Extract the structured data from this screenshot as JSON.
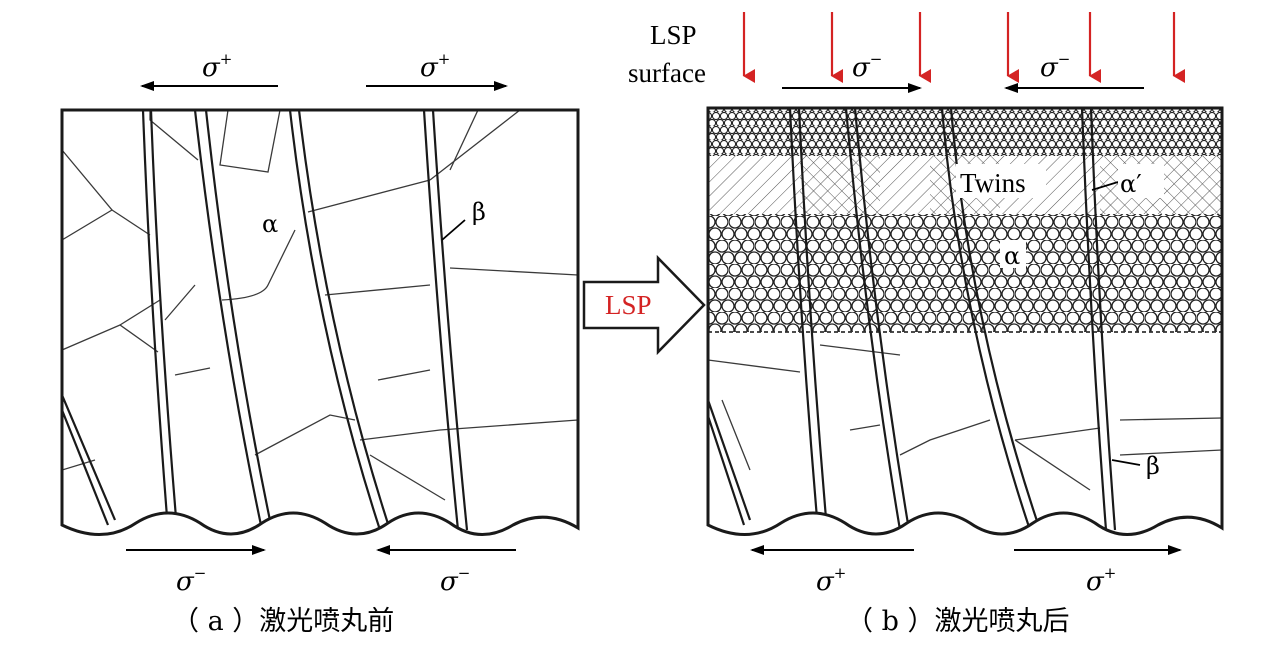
{
  "left_panel": {
    "top_stress_left": {
      "symbol": "σ",
      "sign": "+"
    },
    "top_stress_right": {
      "symbol": "σ",
      "sign": "+"
    },
    "bottom_stress_left": {
      "symbol": "σ",
      "sign": "−"
    },
    "bottom_stress_right": {
      "symbol": "σ",
      "sign": "−"
    },
    "alpha_label": "α",
    "beta_label": "β",
    "caption": "（ a ）激光喷丸前"
  },
  "transition_arrow": {
    "label": "LSP"
  },
  "right_panel": {
    "lsp_label": "LSP",
    "surface_label": "surface",
    "top_stress_left": {
      "symbol": "σ",
      "sign": "−"
    },
    "top_stress_right": {
      "symbol": "σ",
      "sign": "−"
    },
    "bottom_stress_left": {
      "symbol": "σ",
      "sign": "+"
    },
    "bottom_stress_right": {
      "symbol": "σ",
      "sign": "+"
    },
    "twins_label": "Twins",
    "alpha_prime_label": "α′",
    "alpha_label": "α",
    "beta_label": "β",
    "caption": "（ b ）激光喷丸后"
  },
  "colors": {
    "laser_arrow": "#d42323",
    "lsp_text": "#d42323",
    "line": "#1a1a1a"
  }
}
